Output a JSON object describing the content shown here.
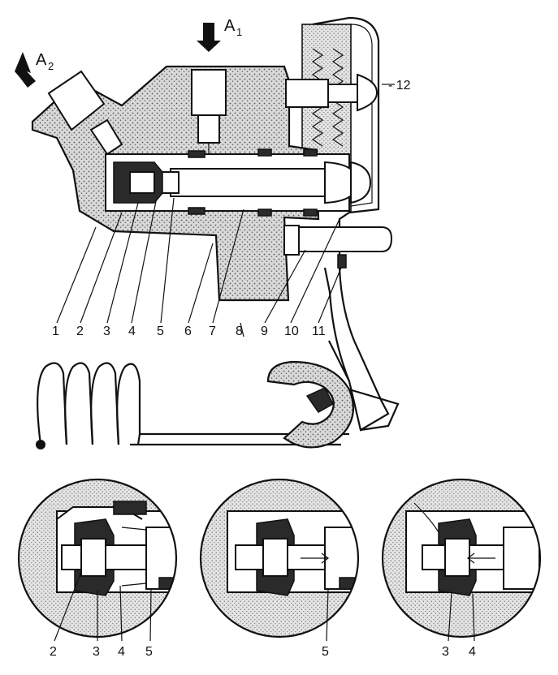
{
  "arrows": {
    "a1": {
      "letter": "A",
      "sub": "1"
    },
    "a2": {
      "letter": "A",
      "sub": "2"
    }
  },
  "main_labels": [
    "1",
    "2",
    "3",
    "4",
    "5",
    "6",
    "7",
    "8",
    "9",
    "10",
    "11"
  ],
  "label_12": "- 12",
  "detail_left_labels": [
    "2",
    "3",
    "4",
    "5"
  ],
  "detail_middle_labels": [
    "5"
  ],
  "detail_right_labels": [
    "3",
    "4"
  ]
}
